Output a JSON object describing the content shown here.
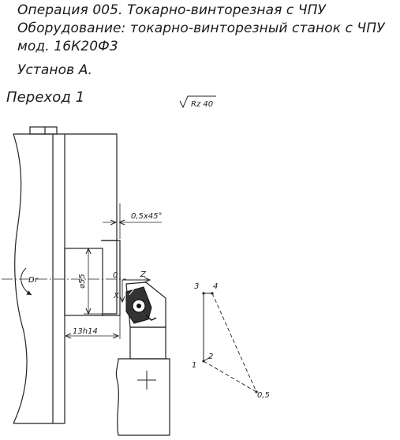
{
  "header": {
    "operation": "Операция 005. Токарно-винторезная с ЧПУ",
    "equipment": "Оборудование: токарно-винторезный станок с ЧПУ",
    "model": "мод. 16К20Ф3",
    "setup": "Установ А.",
    "step": "Переход 1"
  },
  "drawing": {
    "roughness": "Rz 40",
    "chamfer": "0,5x45°",
    "diameter": "⌀55",
    "length": "13h14",
    "direction": "Dr",
    "axis_z": "Z",
    "axis_x": "X",
    "origin": "0",
    "path_points": [
      "1",
      "2",
      "3",
      "4",
      "0,5"
    ],
    "chuck_icon": "crosshair-icon",
    "insert_icon": "cutting-insert-icon"
  }
}
